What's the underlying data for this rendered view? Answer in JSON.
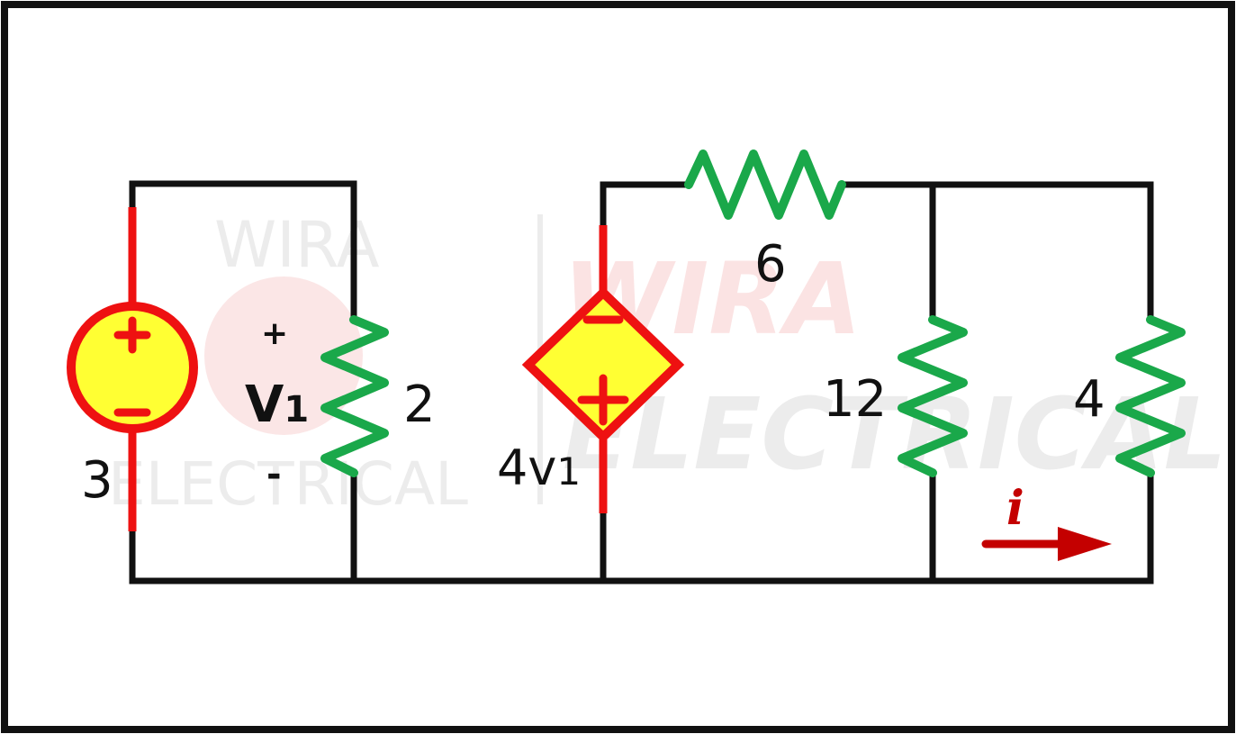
{
  "watermark": {
    "line1": "WIRA",
    "line2": "ELECTRICAL"
  },
  "labels": {
    "source_value": "3",
    "v1_plus": "+",
    "v1_name": "V",
    "v1_sub": "1",
    "v1_minus": "-",
    "r2_value": "2",
    "dep_coeff": "4v",
    "dep_sub": "1",
    "r6_value": "6",
    "r12_value": "12",
    "r4_value": "4",
    "current_label": "i"
  },
  "colors": {
    "wire": "#111111",
    "source_lead": "#ee1111",
    "source_fill": "#ffff33",
    "resistor": "#1aa84a",
    "arrow": "#c40000",
    "watermark": "#eeeeee",
    "watermark_red": "#fbe3e3"
  }
}
